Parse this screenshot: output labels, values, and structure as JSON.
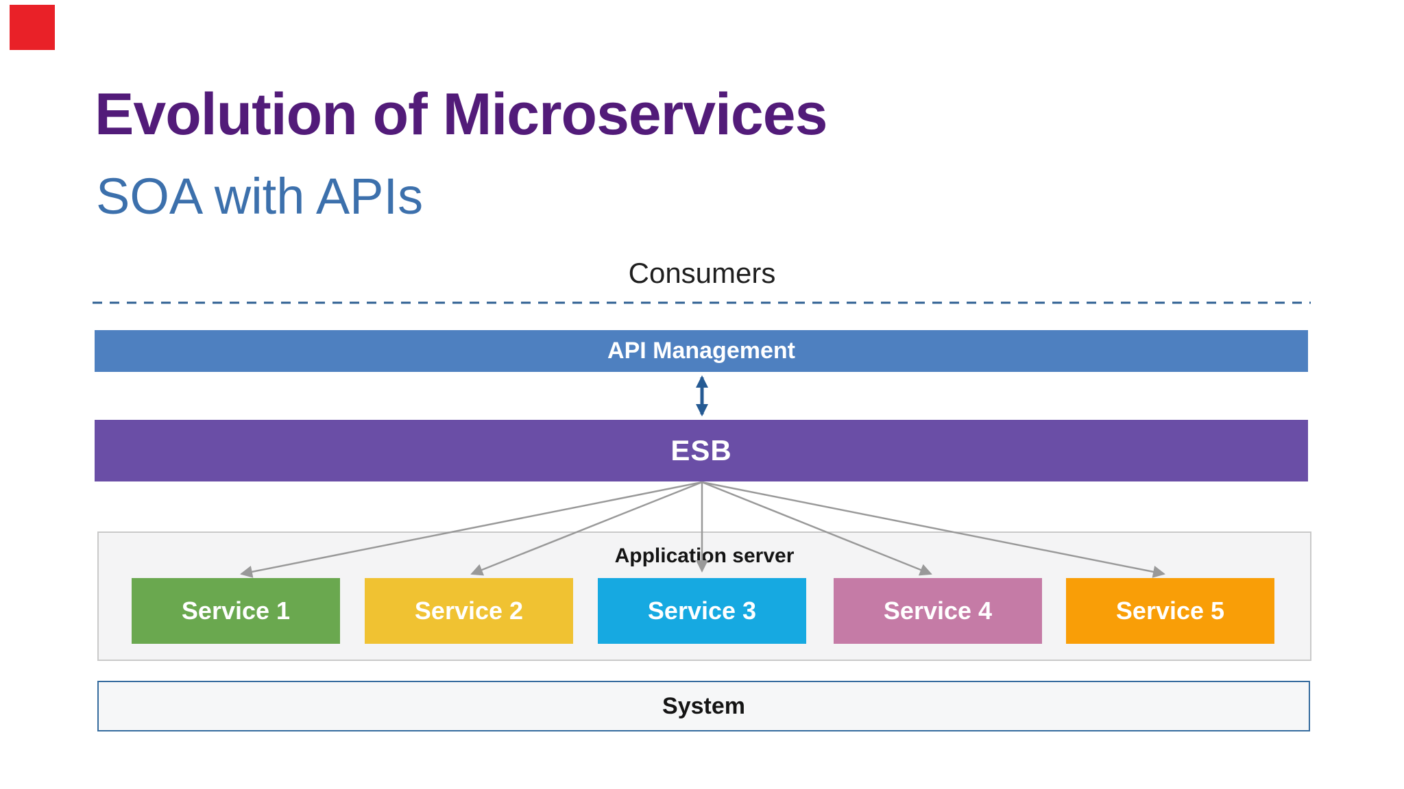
{
  "header": {
    "title": "Evolution of Microservices",
    "subtitle": "SOA with APIs"
  },
  "diagram": {
    "consumers_label": "Consumers",
    "api_management_label": "API Management",
    "esb_label": "ESB",
    "app_server_label": "Application server",
    "services": [
      {
        "label": "Service 1",
        "color": "#6aa84f"
      },
      {
        "label": "Service 2",
        "color": "#f0c232"
      },
      {
        "label": "Service 3",
        "color": "#16a9e1"
      },
      {
        "label": "Service 4",
        "color": "#c57ba6"
      },
      {
        "label": "Service 5",
        "color": "#f99e07"
      }
    ],
    "system_label": "System"
  },
  "colors": {
    "red_square": "#e92128",
    "title_text": "#521b79",
    "subtitle_text": "#3c70ac",
    "consumers_text": "#1f1f1f",
    "dashed_line": "#2d5f92",
    "api_bar": "#4e80c0",
    "esb_bar": "#6a4ea6",
    "bar_text": "#ffffff",
    "double_arrow": "#255a93",
    "connector": "#999999",
    "container_fill": "#f4f4f5",
    "container_border": "#c9c9c9",
    "label_text": "#141414",
    "system_fill": "#f6f7f8",
    "system_border": "#356b9e"
  }
}
